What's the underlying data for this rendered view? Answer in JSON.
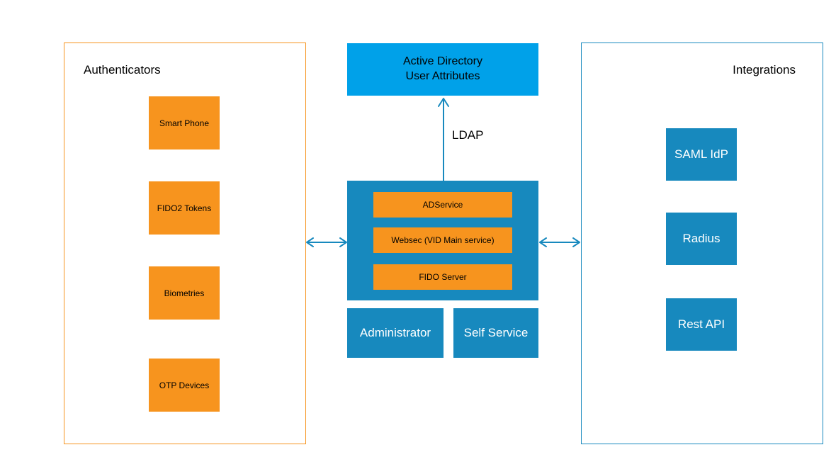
{
  "colors": {
    "orange": "#F7941E",
    "light_blue": "#00A1E9",
    "teal_blue": "#1789BE",
    "text_dark": "#000000",
    "text_light": "#FFFFFF",
    "background": "#FFFFFF"
  },
  "authenticators_panel": {
    "title": "Authenticators",
    "items": [
      {
        "label": "Smart Phone"
      },
      {
        "label": "FIDO2 Tokens"
      },
      {
        "label": "Biometries"
      },
      {
        "label": "OTP Devices"
      }
    ]
  },
  "core": {
    "active_directory": {
      "line1": "Active Directory",
      "line2": "User Attributes"
    },
    "ldap_label": "LDAP",
    "services": [
      {
        "label": "ADService"
      },
      {
        "label": "Websec (VID Main service)"
      },
      {
        "label": "FIDO Server"
      }
    ],
    "consoles": [
      {
        "label": "Administrator"
      },
      {
        "label": "Self Service"
      }
    ]
  },
  "integrations_panel": {
    "title": "Integrations",
    "items": [
      {
        "label": "SAML IdP"
      },
      {
        "label": "Radius"
      },
      {
        "label": "Rest API"
      }
    ]
  }
}
